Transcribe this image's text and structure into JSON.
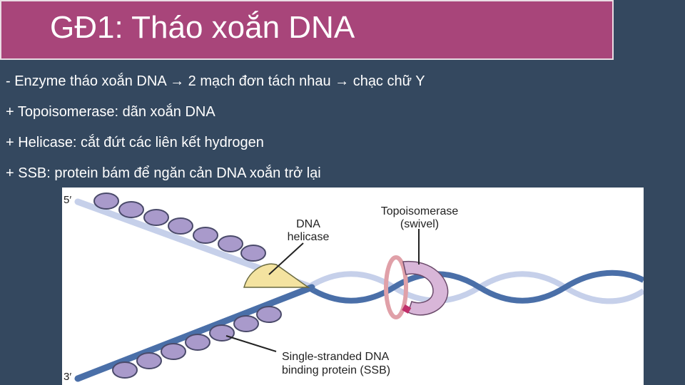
{
  "slide": {
    "title": "GĐ1: Tháo xoắn DNA",
    "bullets": [
      "- Enzyme tháo xoắn DNA → 2 mạch đơn tách nhau → chạc chữ Y",
      "+ Topoisomerase: dãn xoắn DNA",
      "+ Helicase: cắt đứt các liên kết hydrogen",
      "+ SSB: protein bám để ngăn cản DNA xoắn trở lại"
    ]
  },
  "diagram": {
    "labels": {
      "five_prime": "5′",
      "three_prime": "3′",
      "helicase_line1": "DNA",
      "helicase_line2": "helicase",
      "topo_line1": "Topoisomerase",
      "topo_line2": "(swivel)",
      "ssb_line1": "Single-stranded DNA",
      "ssb_line2": "binding protein (SSB)"
    },
    "colors": {
      "strand_upper": "#c6d0ea",
      "strand_lower": "#4a6fa8",
      "ssb_fill": "#a99acb",
      "ssb_stroke": "#4a4a6a",
      "helicase_fill": "#f4e3a0",
      "topo_fill": "#d8b6d8",
      "topo_accent": "#c0306a"
    }
  }
}
